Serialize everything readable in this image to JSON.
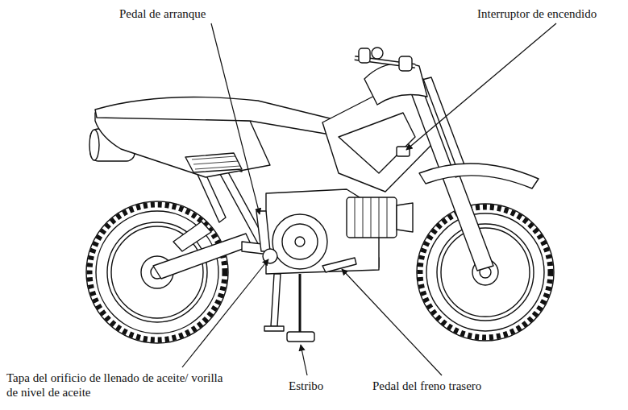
{
  "diagram": {
    "labels": [
      "Pedal de arranque",
      "Interruptor de encendido",
      "Tapa del orificio de llenado de aceite/ vorilla de nivel de aceite",
      "Estribo",
      "Pedal del freno trasero"
    ]
  }
}
